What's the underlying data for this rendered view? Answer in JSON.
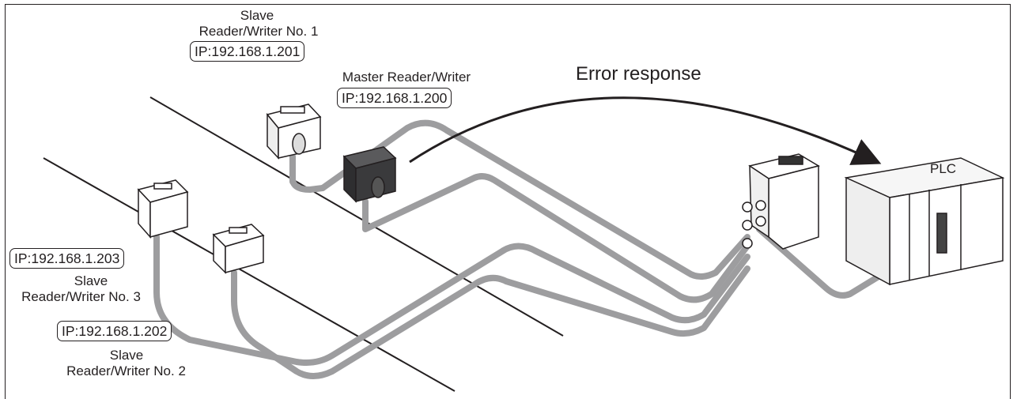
{
  "labels": {
    "slave1_title": "Slave",
    "slave1_name": "Reader/Writer No. 1",
    "slave1_ip": "IP:192.168.1.201",
    "master_name": "Master Reader/Writer",
    "master_ip": "IP:192.168.1.200",
    "error_response": "Error response",
    "plc": "PLC",
    "slave3_ip": "IP:192.168.1.203",
    "slave3_title": "Slave",
    "slave3_name": "Reader/Writer No. 3",
    "slave2_ip": "IP:192.168.1.202",
    "slave2_title": "Slave",
    "slave2_name": "Reader/Writer No. 2"
  },
  "colors": {
    "cable": "#9d9d9f",
    "line": "#231f20",
    "master_device": "#3a3a3c",
    "slave_device": "#ffffff"
  }
}
